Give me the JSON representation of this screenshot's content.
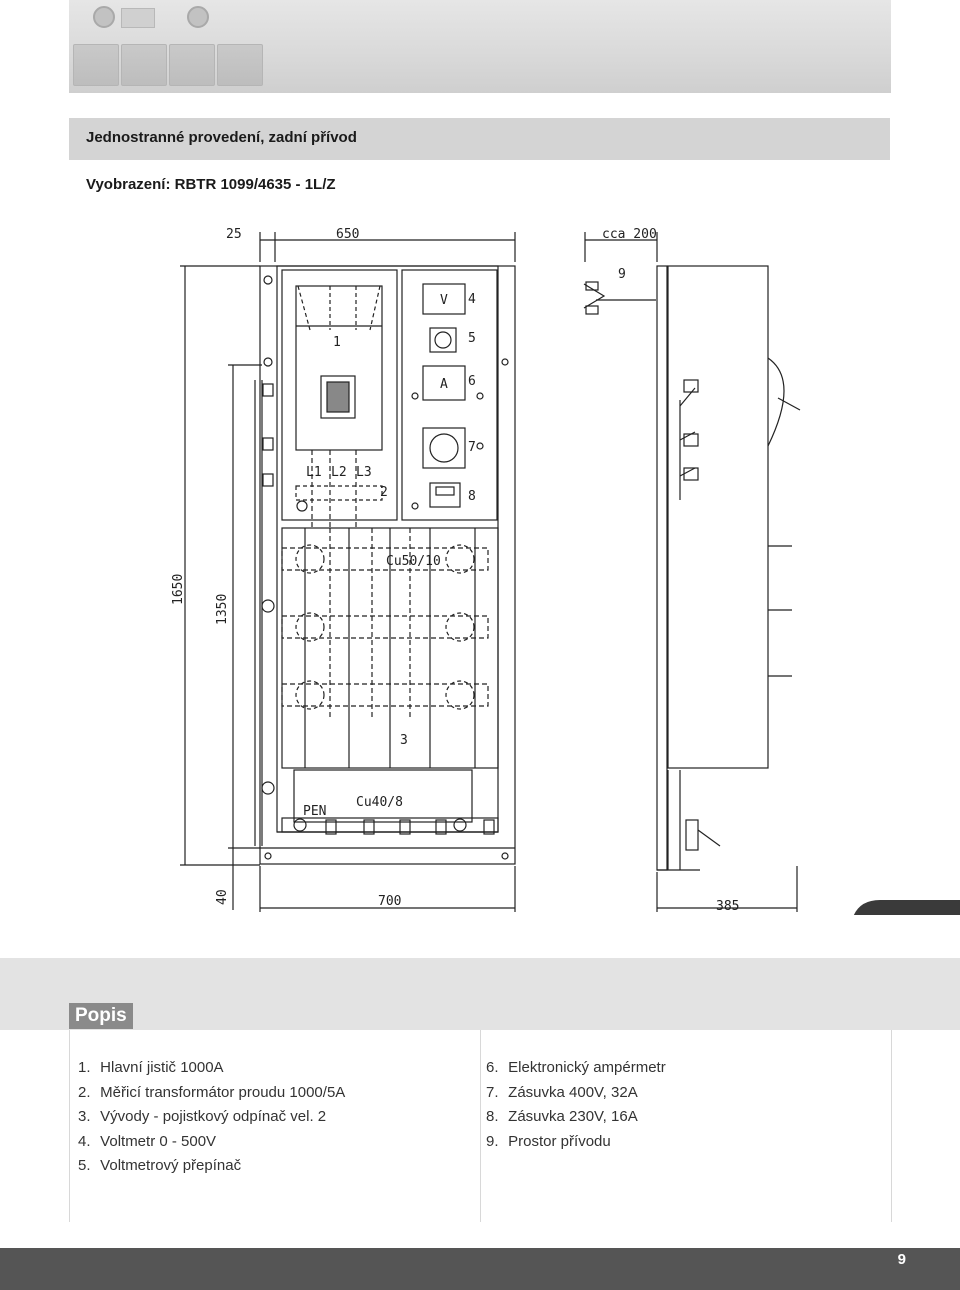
{
  "section": {
    "title": "Jednostranné provedení, zadní přívod"
  },
  "figure": {
    "caption": "Vyobrazení: RBTR 1099/4635 - 1L/Z"
  },
  "drawing": {
    "dims": {
      "top_25": "25",
      "top_650": "650",
      "top_cca200": "cca 200",
      "left_1650": "1650",
      "left_1350": "1350",
      "bottom_40": "40",
      "bottom_700": "700",
      "bottom_385": "385"
    },
    "labels": {
      "n1": "1",
      "n2": "2",
      "n3": "3",
      "n4": "4",
      "n5": "5",
      "n6": "6",
      "n7": "7",
      "n8": "8",
      "n9": "9",
      "V": "V",
      "A": "A",
      "L1": "L1",
      "L2": "L2",
      "L3": "L3",
      "cu50": "Cu50/10",
      "cu40": "Cu40/8",
      "pen": "PEN"
    }
  },
  "popis": {
    "heading": "Popis",
    "left": [
      {
        "num": "1.",
        "text": "Hlavní jistič 1000A"
      },
      {
        "num": "2.",
        "text": "Měřicí transformátor proudu 1000/5A"
      },
      {
        "num": "3.",
        "text": "Vývody - pojistkový odpínač vel. 2"
      },
      {
        "num": "4.",
        "text": "Voltmetr 0 - 500V"
      },
      {
        "num": "5.",
        "text": "Voltmetrový přepínač"
      }
    ],
    "right": [
      {
        "num": "6.",
        "text": "Elektronický ampérmetr"
      },
      {
        "num": "7.",
        "text": "Zásuvka 400V, 32A"
      },
      {
        "num": "8.",
        "text": "Zásuvka 230V, 16A"
      },
      {
        "num": "9.",
        "text": "Prostor přívodu"
      }
    ]
  },
  "footer": {
    "page": "9"
  }
}
